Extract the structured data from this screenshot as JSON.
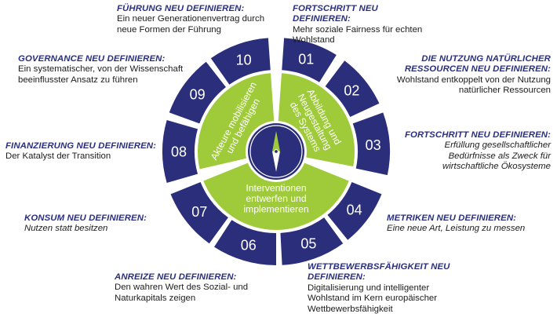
{
  "colors": {
    "navy": "#2b2f7b",
    "green": "#9fcb3b",
    "white": "#ffffff"
  },
  "wheel": {
    "segments": [
      {
        "number": "01",
        "title": "FORTSCHRITT NEU DEFINIEREN:",
        "text": "Mehr soziale Fairness für echten Wohlstand"
      },
      {
        "number": "02",
        "title": "DIE NUTZUNG NATÜRLICHER RESSOURCEN NEU DEFINIEREN:",
        "text": "Wohlstand entkoppelt von der Nutzung natürlicher Ressourcen"
      },
      {
        "number": "03",
        "title": "FORTSCHRITT NEU DEFINIEREN:",
        "text": "Erfüllung gesellschaftlicher Bedürfnisse als Zweck für wirtschaftliche Ökosysteme"
      },
      {
        "number": "04",
        "title": "METRIKEN NEU DEFINIEREN:",
        "text": "Eine neue Art, Leistung zu messen"
      },
      {
        "number": "05",
        "title": "WETTBEWERBSFÄHIGKEIT NEU DEFINIEREN:",
        "text": "Digitalisierung und intelligenter Wohlstand im Kern europäischer Wettbewerbsfähigkeit"
      },
      {
        "number": "06",
        "title": "ANREIZE NEU DEFINIEREN:",
        "text": "Den wahren Wert des Sozial- und Naturkapitals zeigen"
      },
      {
        "number": "07",
        "title": "KONSUM NEU DEFINIEREN:",
        "text": "Nutzen statt besitzen"
      },
      {
        "number": "08",
        "title": "FINANZIERUNG NEU DEFINIEREN:",
        "text": "Der Katalyst der Transition"
      },
      {
        "number": "09",
        "title": "GOVERNANCE NEU DEFINIEREN:",
        "text": "Ein systematischer, von der Wissenschaft beeinflusster Ansatz zu führen"
      },
      {
        "number": "10",
        "title": "FÜHRUNG NEU DEFINIEREN:",
        "text": "Ein neuer Generationenvertrag durch neue Formen der Führung"
      }
    ],
    "inner_sectors": [
      {
        "lines": [
          "Abbildung und",
          "Neugestaltung",
          "des Systems"
        ]
      },
      {
        "lines": [
          "Interventionen",
          "entwerfen und",
          "implementieren"
        ]
      },
      {
        "lines": [
          "Akteure mobilisieren",
          "und befähigen"
        ]
      }
    ],
    "center_icon": "compass-icon"
  }
}
